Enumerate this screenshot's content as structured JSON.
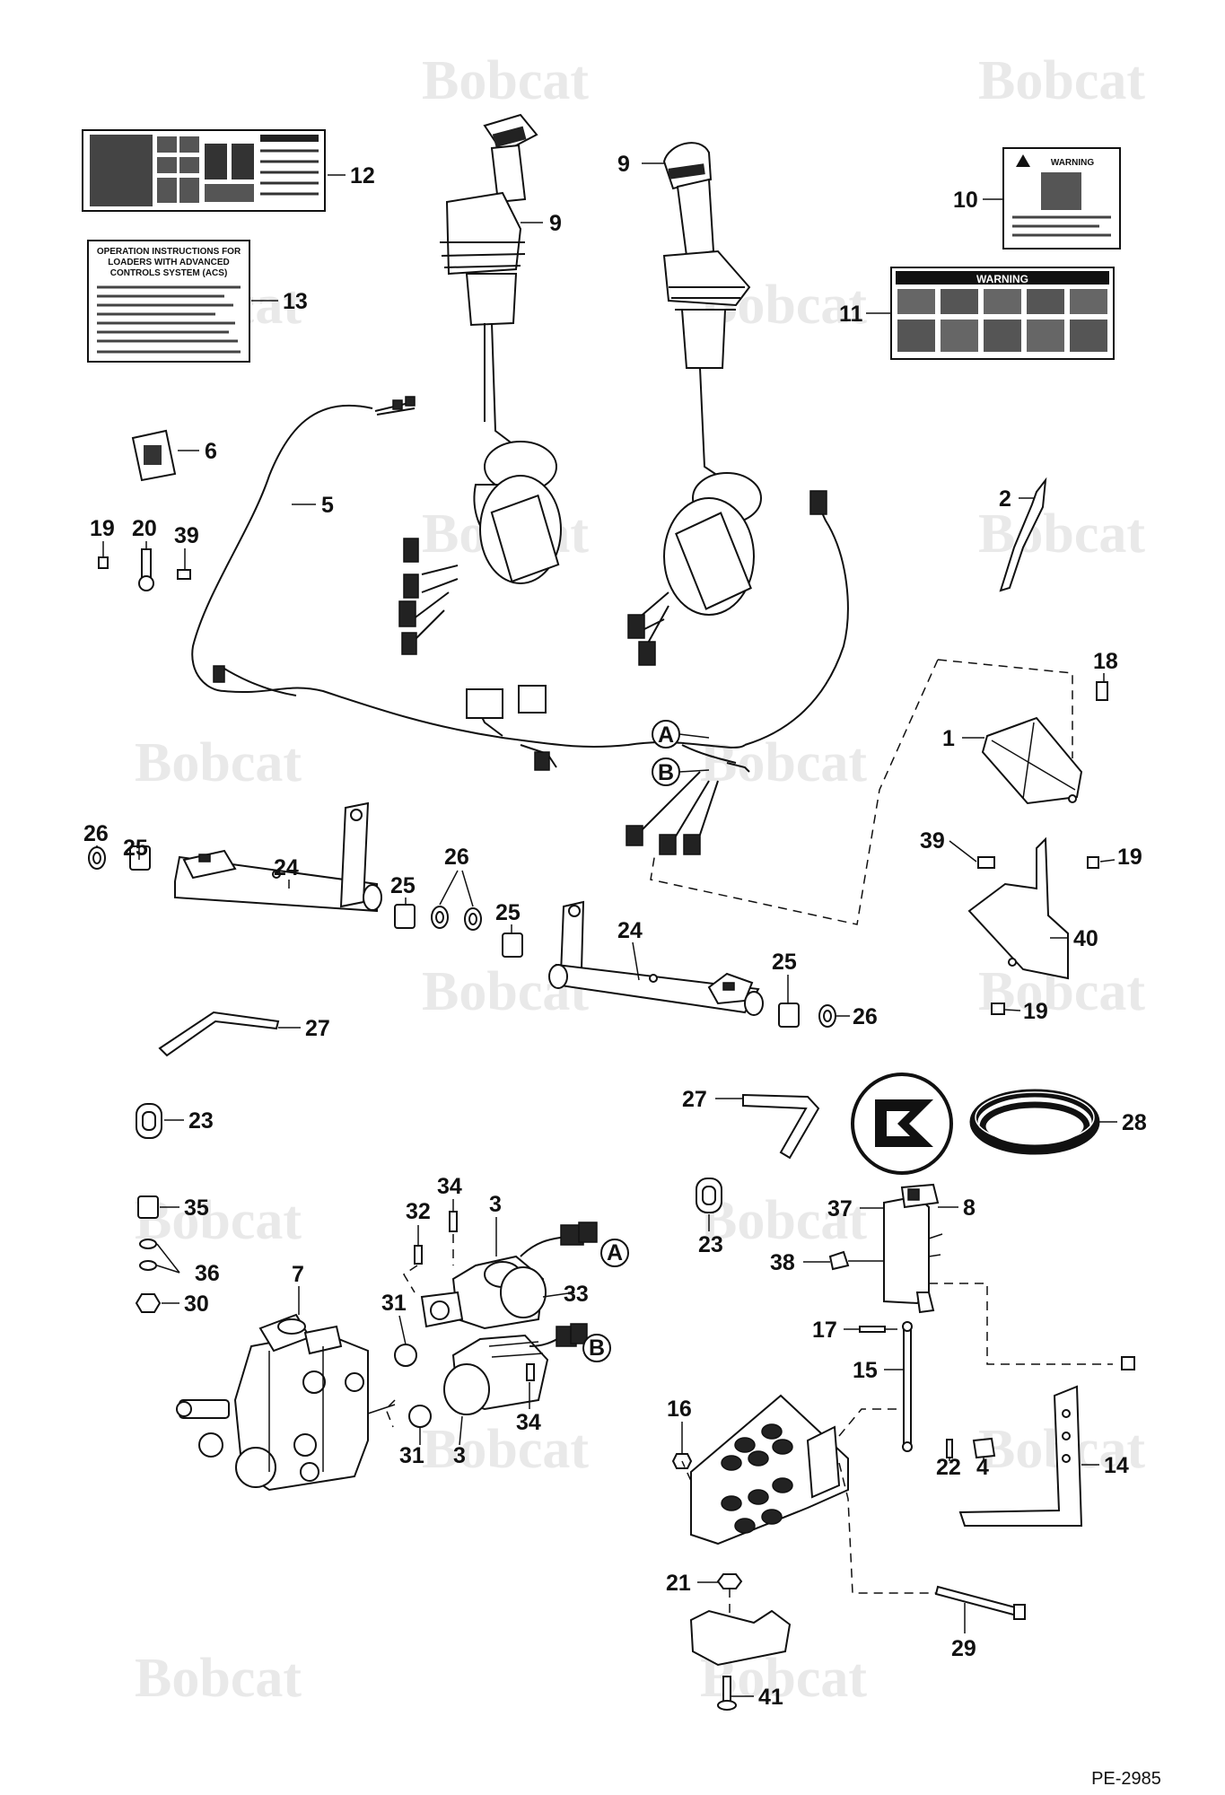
{
  "watermark": {
    "brand": "Bobcat"
  },
  "decals": {
    "operation_instructions": {
      "line1": "OPERATION INSTRUCTIONS FOR",
      "line2": "LOADERS WITH ADVANCED",
      "line3": "CONTROLS SYSTEM (ACS)"
    },
    "warning_label": "WARNING"
  },
  "connectors": {
    "a": "A",
    "b": "B"
  },
  "callouts": {
    "p1": "1",
    "p2": "2",
    "p3a": "3",
    "p3b": "3",
    "p4": "4",
    "p5": "5",
    "p6": "6",
    "p7": "7",
    "p8": "8",
    "p9a": "9",
    "p9b": "9",
    "p10": "10",
    "p11": "11",
    "p12": "12",
    "p13": "13",
    "p14": "14",
    "p15": "15",
    "p16": "16",
    "p17": "17",
    "p18": "18",
    "p19a": "19",
    "p19b": "19",
    "p19c": "19",
    "p20": "20",
    "p21": "21",
    "p22": "22",
    "p23a": "23",
    "p23b": "23",
    "p24a": "24",
    "p24b": "24",
    "p25a": "25",
    "p25b": "25",
    "p25c": "25",
    "p25d": "25",
    "p26a": "26",
    "p26b": "26",
    "p26c": "26",
    "p27a": "27",
    "p27b": "27",
    "p28": "28",
    "p29": "29",
    "p30": "30",
    "p31a": "31",
    "p31b": "31",
    "p32": "32",
    "p33": "33",
    "p34a": "34",
    "p34b": "34",
    "p35": "35",
    "p36": "36",
    "p37": "37",
    "p38": "38",
    "p39a": "39",
    "p39b": "39",
    "p40": "40",
    "p41": "41"
  },
  "figure_id": "PE-2985"
}
